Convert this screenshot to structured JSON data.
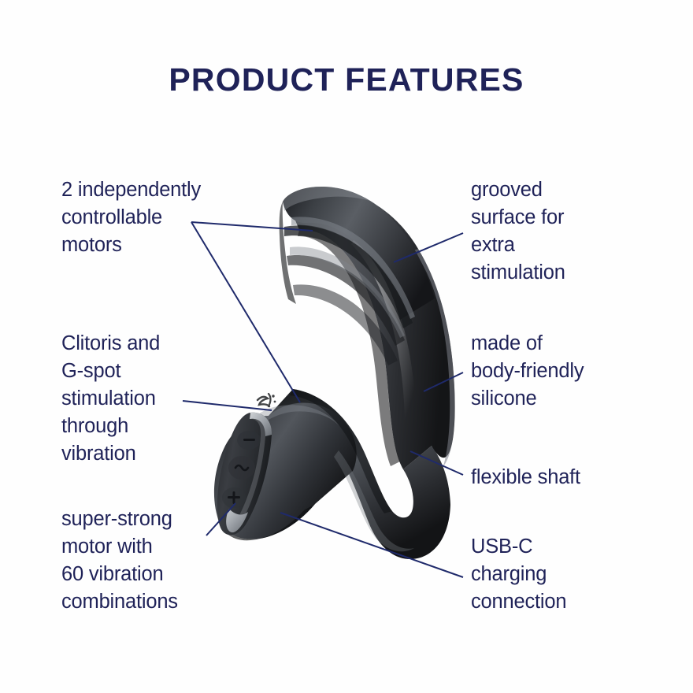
{
  "page": {
    "title": "PRODUCT FEATURES",
    "background_color": "#ffffff",
    "text_color": "#1f2258",
    "leader_line_color": "#1f2a6b"
  },
  "product": {
    "name": "satisfyer-dual-motor-vibrator",
    "brand_mark": "sf",
    "body_color": "#3a3c40",
    "body_color_dark": "#1f2123",
    "body_color_light": "#6c7076",
    "accent_highlight": "#cfd3d6",
    "controls": [
      {
        "name": "minus-button",
        "glyph": "–"
      },
      {
        "name": "mode-button",
        "glyph": "∿"
      },
      {
        "name": "plus-button",
        "glyph": "+"
      }
    ]
  },
  "callouts": {
    "left": [
      {
        "id": "motors",
        "text": "2 independently\ncontrollable\nmotors"
      },
      {
        "id": "clitoris",
        "text": "Clitoris and\nG-spot\nstimulation\nthrough\nvibration"
      },
      {
        "id": "superstrong",
        "text": "super-strong\nmotor with\n60 vibration\ncombinations"
      }
    ],
    "right": [
      {
        "id": "grooved",
        "text": "grooved\nsurface for\nextra\nstimulation"
      },
      {
        "id": "silicone",
        "text": "made of\nbody-friendly\nsilicone"
      },
      {
        "id": "flexible",
        "text": "flexible shaft"
      },
      {
        "id": "usbc",
        "text": "USB-C\ncharging\nconnection"
      }
    ]
  }
}
